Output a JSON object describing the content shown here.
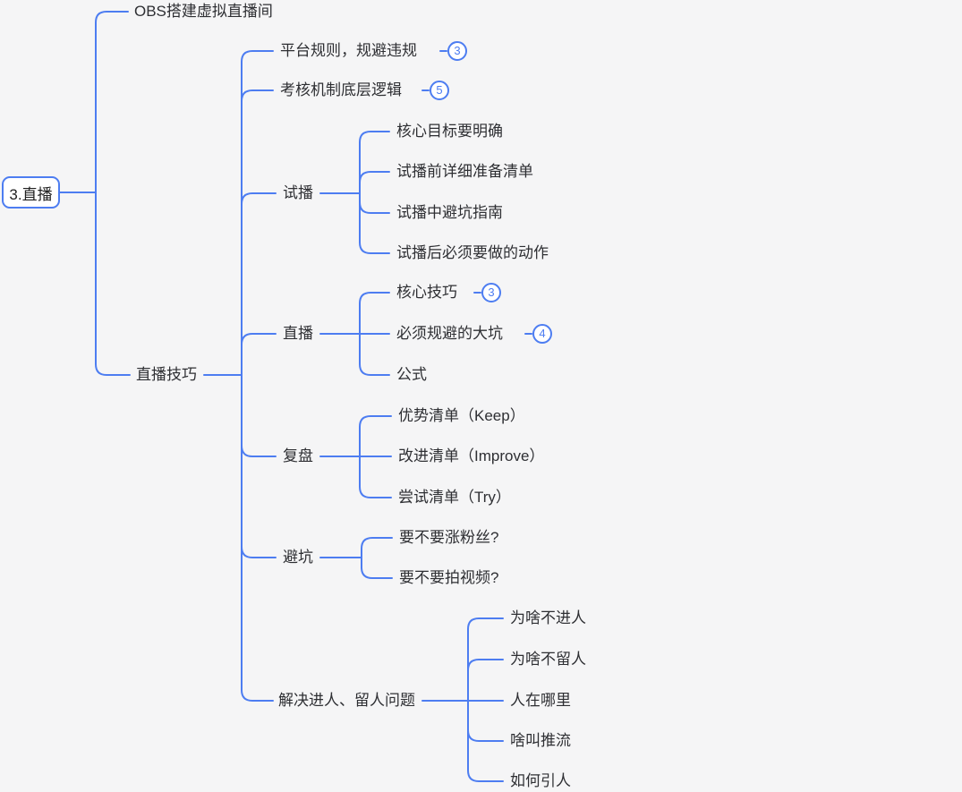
{
  "app": {
    "view": "mindmap-canvas"
  },
  "colors": {
    "branch_line": "#4d7df1",
    "node_text": "#2e2f33",
    "root_border": "#4d7df1",
    "root_fill": "#ffffff",
    "canvas_background": "#f5f5f6",
    "badge_border": "#4d7df1",
    "badge_text": "#4d7df1"
  },
  "mindmap": {
    "root": {
      "label": "3.直播"
    },
    "children": [
      {
        "label": "OBS搭建虚拟直播间"
      },
      {
        "label": "直播技巧",
        "children": [
          {
            "label": "平台规则，规避违规",
            "badge": "3"
          },
          {
            "label": "考核机制底层逻辑",
            "badge": "5"
          },
          {
            "label": "试播",
            "children": [
              {
                "label": "核心目标要明确"
              },
              {
                "label": "试播前详细准备清单"
              },
              {
                "label": "试播中避坑指南"
              },
              {
                "label": "试播后必须要做的动作"
              }
            ]
          },
          {
            "label": "直播",
            "children": [
              {
                "label": "核心技巧",
                "badge": "3"
              },
              {
                "label": "必须规避的大坑",
                "badge": "4"
              },
              {
                "label": "公式"
              }
            ]
          },
          {
            "label": "复盘",
            "children": [
              {
                "label": "优势清单（Keep）"
              },
              {
                "label": "改进清单（Improve）"
              },
              {
                "label": "尝试清单（Try）"
              }
            ]
          },
          {
            "label": "避坑",
            "children": [
              {
                "label": "要不要涨粉丝?"
              },
              {
                "label": "要不要拍视频?"
              }
            ]
          },
          {
            "label": "解决进人、留人问题",
            "children": [
              {
                "label": "为啥不进人"
              },
              {
                "label": "为啥不留人"
              },
              {
                "label": "人在哪里"
              },
              {
                "label": "啥叫推流"
              },
              {
                "label": "如何引人"
              }
            ]
          }
        ]
      }
    ]
  }
}
